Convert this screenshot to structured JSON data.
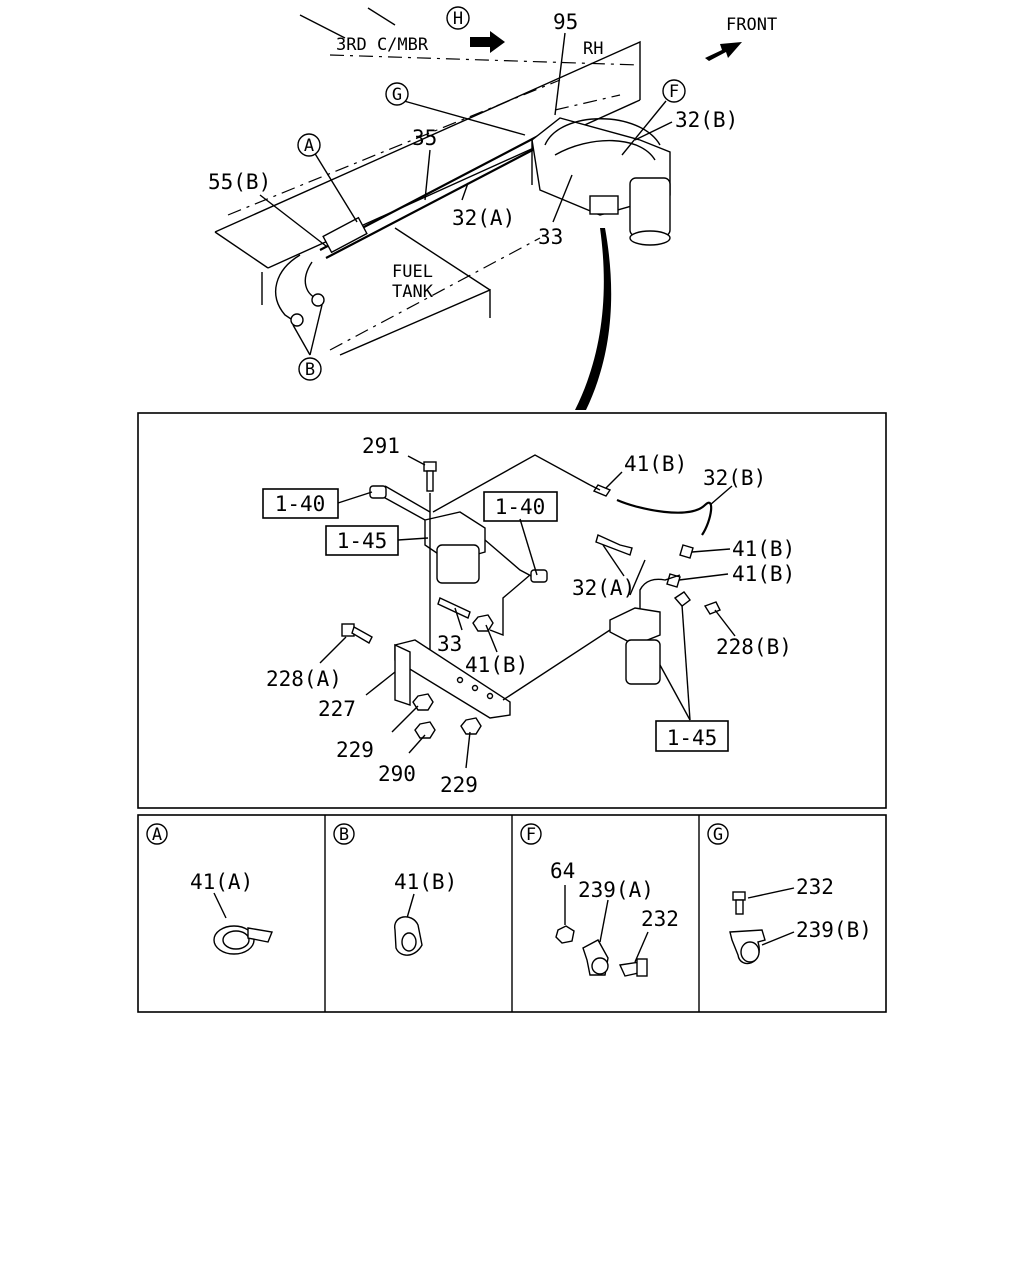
{
  "top_view": {
    "labels": {
      "view_h": "H",
      "third_crossmember": "3RD C/MBR",
      "front": "FRONT",
      "rh": "RH",
      "part_95": "95",
      "view_g": "G",
      "view_f": "F",
      "part_32b": "32(B)",
      "view_a": "A",
      "part_35": "35",
      "part_55b": "55(B)",
      "part_32a": "32(A)",
      "part_33": "33",
      "fuel": "FUEL",
      "tank": "TANK",
      "view_b": "B"
    }
  },
  "detail_view": {
    "labels": {
      "part_291": "291",
      "part_41b_1": "41(B)",
      "part_32b": "32(B)",
      "ref_140_left": "1-40",
      "ref_140_right": "1-40",
      "ref_145_left": "1-45",
      "part_41b_2": "41(B)",
      "part_41b_3": "41(B)",
      "part_32a": "32(A)",
      "part_228b": "228(B)",
      "part_33": "33",
      "part_41b_4": "41(B)",
      "part_228a": "228(A)",
      "part_227": "227",
      "part_229_left": "229",
      "part_290": "290",
      "part_229_bottom": "229",
      "ref_145_right": "1-45"
    }
  },
  "insets": [
    {
      "letter": "A",
      "labels": [
        "41(A)"
      ]
    },
    {
      "letter": "B",
      "labels": [
        "41(B)"
      ]
    },
    {
      "letter": "F",
      "labels": [
        "64",
        "239(A)",
        "232"
      ]
    },
    {
      "letter": "G",
      "labels": [
        "232",
        "239(B)"
      ]
    }
  ]
}
